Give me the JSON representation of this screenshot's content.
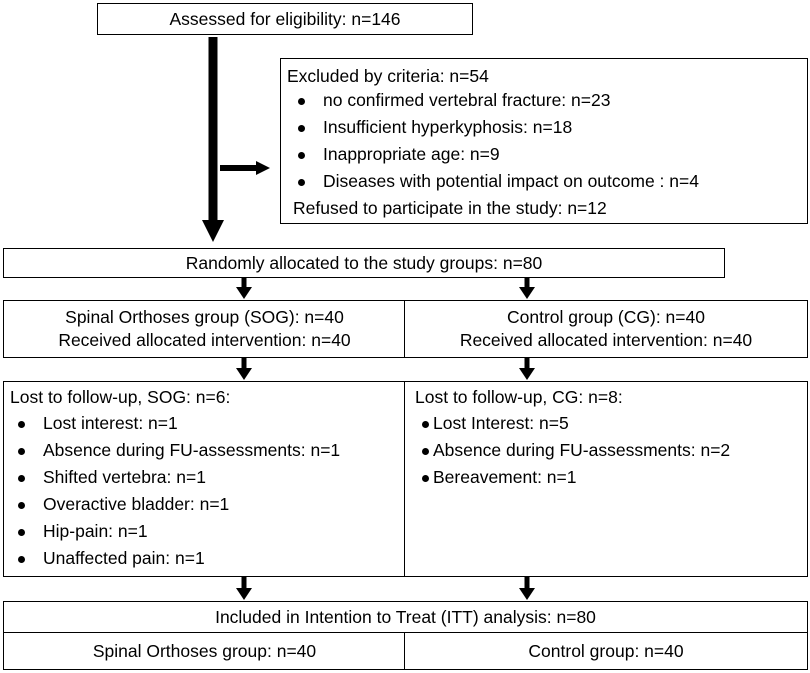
{
  "assessed": "Assessed for eligibility: n=146",
  "excluded": {
    "title": "Excluded by criteria: n=54",
    "items": [
      "no confirmed vertebral fracture: n=23",
      "Insufficient hyperkyphosis: n=18",
      "Inappropriate age: n=9",
      "Diseases with potential impact on outcome : n=4"
    ],
    "refused": "Refused to participate in the study: n=12"
  },
  "randomized": "Randomly allocated to the study groups: n=80",
  "sog": {
    "line1": "Spinal Orthoses group (SOG): n=40",
    "line2": "Received allocated intervention: n=40"
  },
  "cg": {
    "line1": "Control group (CG): n=40",
    "line2": "Received allocated intervention: n=40"
  },
  "lost_sog": {
    "title": "Lost to follow-up, SOG: n=6:",
    "items": [
      "Lost interest: n=1",
      "Absence during FU-assessments: n=1",
      "Shifted vertebra: n=1",
      "Overactive bladder: n=1",
      "Hip-pain: n=1",
      "Unaffected pain: n=1"
    ]
  },
  "lost_cg": {
    "title": "Lost to follow-up, CG: n=8:",
    "items": [
      "Lost Interest: n=5",
      "Absence during FU-assessments: n=2",
      "Bereavement: n=1"
    ]
  },
  "itt": {
    "title": "Included in Intention to Treat (ITT) analysis: n=80",
    "sog": "Spinal Orthoses group: n=40",
    "cg": "Control group: n=40"
  }
}
